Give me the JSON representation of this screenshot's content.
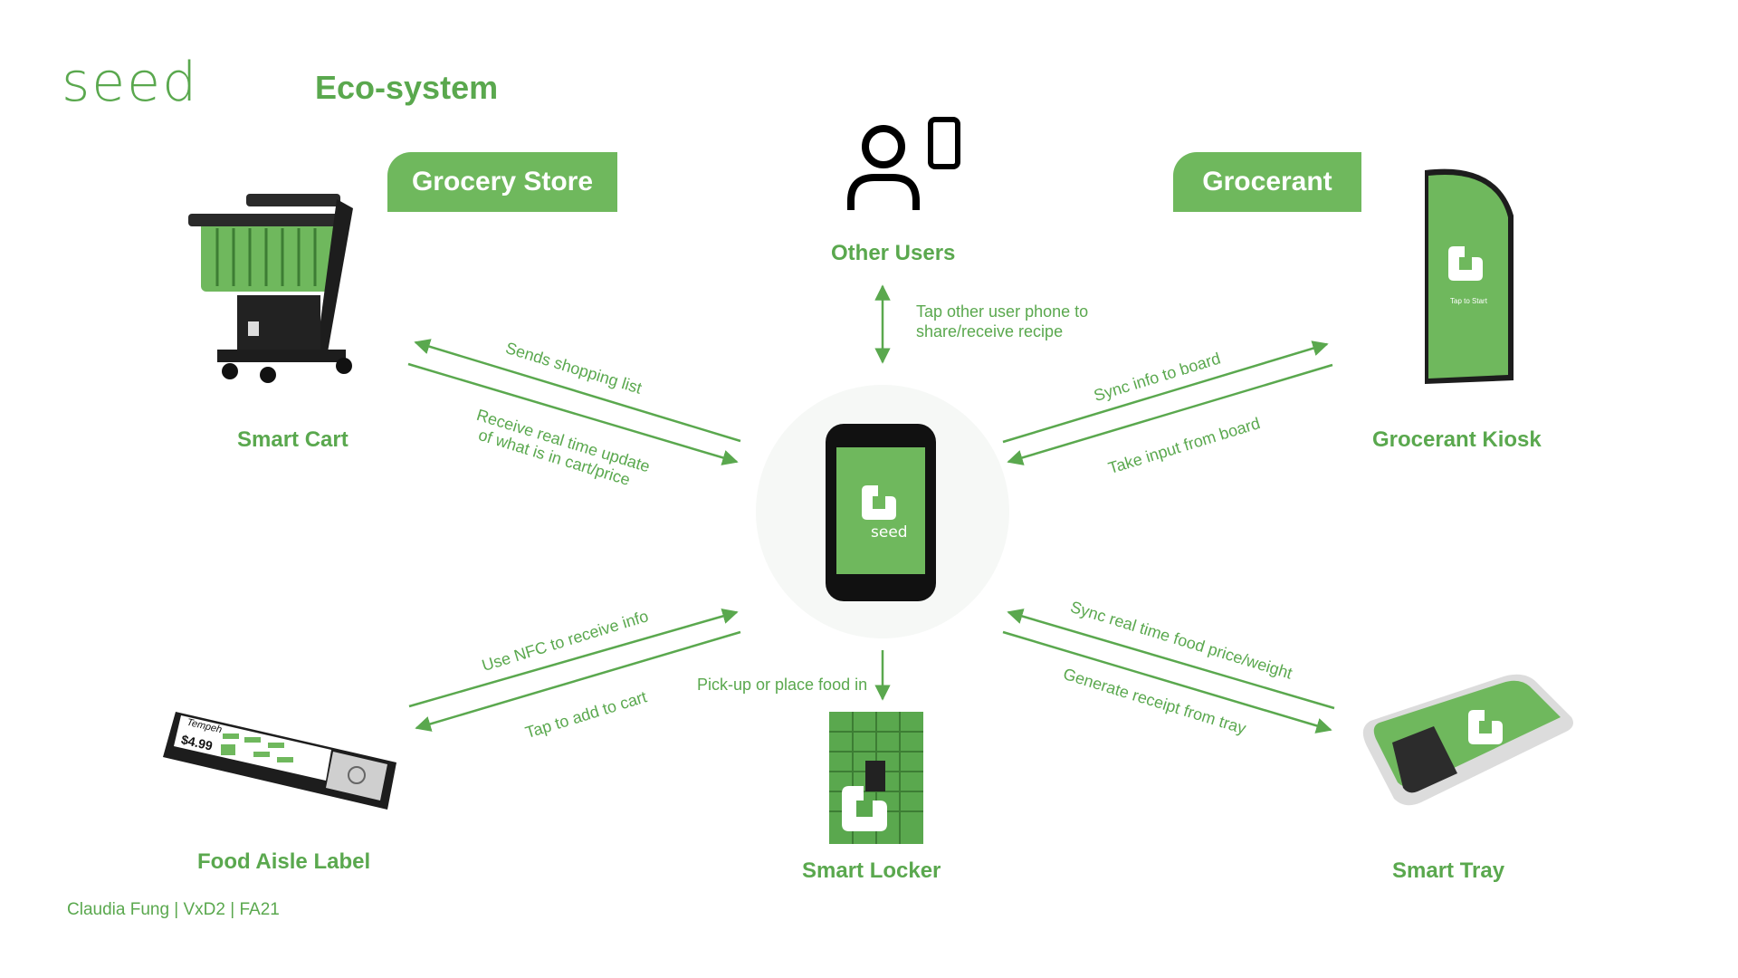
{
  "header": {
    "logo": "seed",
    "title": "Eco-system"
  },
  "tags": {
    "grocery_store": "Grocery Store",
    "grocerant": "Grocerant"
  },
  "nodes": {
    "smart_cart": "Smart Cart",
    "other_users": "Other Users",
    "grocerant_kiosk": "Grocerant Kiosk",
    "food_aisle_label": "Food Aisle Label",
    "smart_locker": "Smart Locker",
    "smart_tray": "Smart Tray",
    "phone_logo": "seed"
  },
  "edges": {
    "sends_shopping_list": "Sends shopping list",
    "receive_update_1": "Receive real time update",
    "receive_update_2": "of what is in cart/price",
    "tap_phone_1": "Tap other user phone to",
    "tap_phone_2": "share/receive recipe",
    "sync_board": "Sync info to board",
    "take_input": "Take input from board",
    "use_nfc": "Use NFC to receive info",
    "tap_add_cart": "Tap to add to cart",
    "pickup_food": "Pick-up or place food in",
    "sync_price": "Sync real time food price/weight",
    "generate_receipt": "Generate receipt from tray"
  },
  "label_device": {
    "product": "Tempeh",
    "price": "$4.99"
  },
  "kiosk_text": "Tap to Start",
  "footer": "Claudia Fung | VxD2 | FA21",
  "colors": {
    "accent": "#5aa84e",
    "tag": "#6fb85d",
    "dark": "#222222"
  }
}
